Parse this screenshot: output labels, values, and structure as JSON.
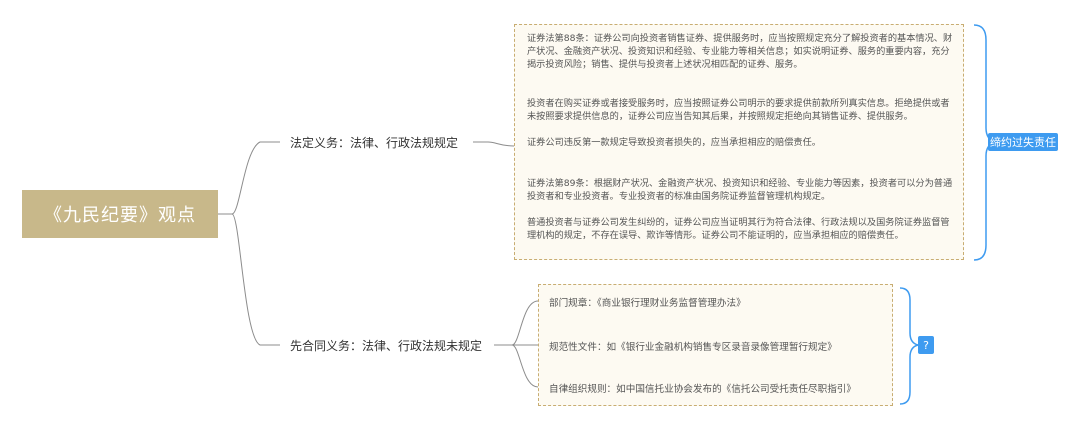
{
  "root": {
    "label": "《九民纪要》观点"
  },
  "branches": [
    {
      "label": "法定义务：法律、行政法规规定"
    },
    {
      "label": "先合同义务：法律、行政法规未规定"
    }
  ],
  "statutory_box": {
    "art88": {
      "p1": "证券法第88条：证券公司向投资者销售证券、提供服务时，应当按照规定充分了解投资者的基本情况、财产状况、金融资产状况、投资知识和经验、专业能力等相关信息；如实说明证券、服务的重要内容，充分揭示投资风险；销售、提供与投资者上述状况相匹配的证券、服务。",
      "p2": "投资者在购买证券或者接受服务时，应当按照证券公司明示的要求提供前款所列真实信息。拒绝提供或者未按照要求提供信息的，证券公司应当告知其后果，并按照规定拒绝向其销售证券、提供服务。",
      "p3": "证券公司违反第一款规定导致投资者损失的，应当承担相应的赔偿责任。"
    },
    "art89": {
      "p1": "证券法第89条：根据财产状况、金融资产状况、投资知识和经验、专业能力等因素，投资者可以分为普通投资者和专业投资者。专业投资者的标准由国务院证券监督管理机构规定。",
      "p2": "普通投资者与证券公司发生纠纷的，证券公司应当证明其行为符合法律、行政法规以及国务院证券监督管理机构的规定，不存在误导、欺诈等情形。证券公司不能证明的，应当承担相应的赔偿责任。"
    }
  },
  "precontract_items": [
    {
      "label": "部门规章：《商业银行理财业务监督管理办法》"
    },
    {
      "label": "规范性文件：如《银行业金融机构销售专区录音录像管理暂行规定》"
    },
    {
      "label": "自律组织规则：如中国信托业协会发布的《信托公司受托责任尽职指引》"
    }
  ],
  "tags": {
    "liability": "缔约过失责任",
    "unknown": "?"
  },
  "colors": {
    "root_bg": "#c8b88a",
    "tag_bg": "#3e9bf0",
    "box_border": "#c8ad72",
    "brace": "#3e9bf0"
  }
}
